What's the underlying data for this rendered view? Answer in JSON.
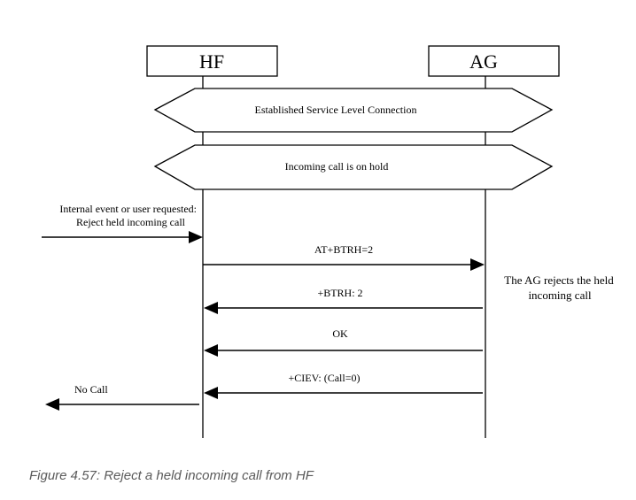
{
  "participants": {
    "hf": "HF",
    "ag": "AG"
  },
  "phases": {
    "slc": "Established Service Level Connection",
    "hold": "Incoming call is on hold"
  },
  "notes": {
    "internal_line1": "Internal event or user requested:",
    "internal_line2": "Reject  held  incoming call",
    "ag_line1": "The AG rejects the held",
    "ag_line2": "incoming call",
    "no_call": "No Call"
  },
  "messages": {
    "btrh_cmd": "AT+BTRH=2",
    "btrh_resp": "+BTRH: 2",
    "ok": "OK",
    "ciev": "+CIEV: (Call=0)"
  },
  "caption": "Figure 4.57: Reject a held incoming call from HF"
}
